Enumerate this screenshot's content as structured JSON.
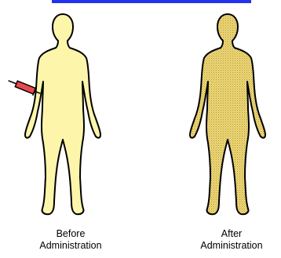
{
  "colors": {
    "header_bar": "#2233ee",
    "body_fill_before": "#fdf5aa",
    "body_fill_after": "#ecd87a",
    "dots_after": "#b8962e",
    "outline": "#000000",
    "syringe_barrel": "#e8494f"
  },
  "figures": [
    {
      "id": "before",
      "icon": "human-silhouette-icon",
      "has_syringe": true,
      "stippled": false,
      "caption_line1": "Before",
      "caption_line2": "Administration"
    },
    {
      "id": "after",
      "icon": "human-silhouette-icon",
      "has_syringe": false,
      "stippled": true,
      "caption_line1": "After",
      "caption_line2": "Administration"
    }
  ]
}
